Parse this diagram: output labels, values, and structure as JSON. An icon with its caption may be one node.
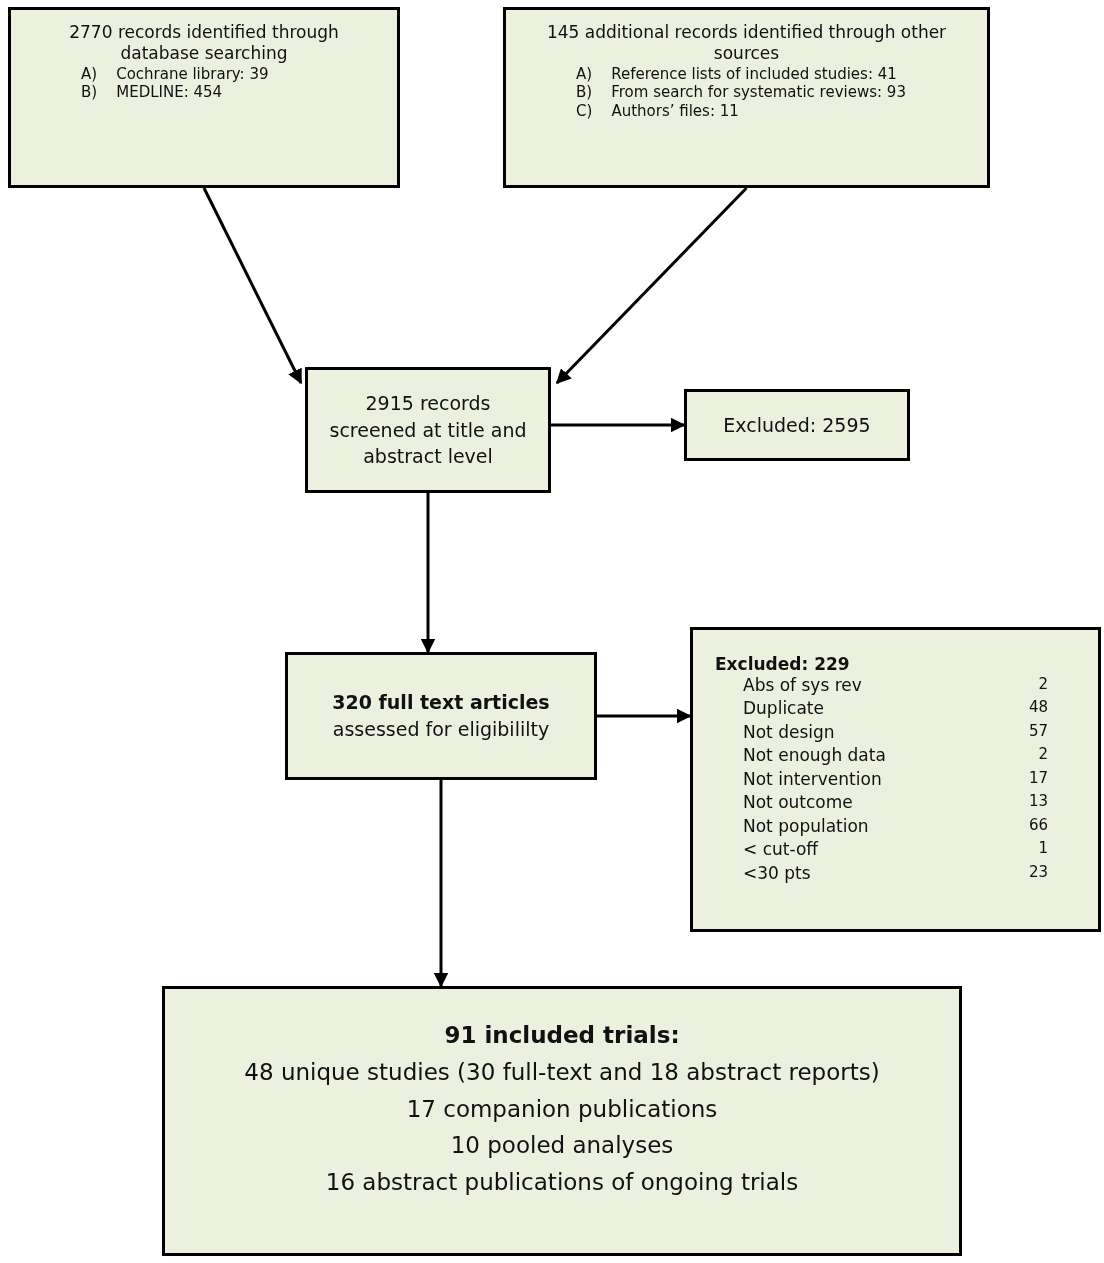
{
  "diagram": {
    "nodes": [
      {
        "text": [
          "2770 records identified through database searching",
          "A)    Cochrane library: 39",
          "B)    MEDLINE: 454"
        ]
      },
      {
        "text": [
          "145 additional records identified through other sources",
          "A)    Reference lists of included studies: 41",
          "B)    From search for systematic reviews: 93",
          "C)    Authors’ files: 11"
        ]
      },
      {
        "text": [
          "2915 records screened at title and abstract level"
        ]
      },
      {
        "text": [
          "Excluded: 2595"
        ]
      },
      {
        "text": [
          "**320 full text articles** assessed for eligibililty"
        ]
      },
      {
        "text": [
          "Excluded: 229",
          "Abs of sys rev",
          "2",
          "Duplicate",
          "48",
          "Not design",
          "57",
          "Not enough data",
          "2",
          "Not intervention",
          "17",
          "Not outcome",
          "13",
          "Not population",
          "66",
          "< cut-off",
          "1",
          "<30 pts",
          "23"
        ]
      },
      {
        "text": [
          "91 included trials:",
          "48 unique studies (30 full-text and 18 abstract reports)",
          "17 companion publications",
          "10 pooled analyses",
          "16 abstract publications of ongoing trials"
        ]
      }
    ],
    "edges": [
      {
        "from": 0,
        "to": 2,
        "arrow": "to"
      },
      {
        "from": 1,
        "to": 2,
        "arrow": "to"
      },
      {
        "from": 2,
        "to": 3,
        "arrow": "to"
      },
      {
        "from": 2,
        "to": 4,
        "arrow": "to"
      },
      {
        "from": 4,
        "to": 5,
        "arrow": "to"
      },
      {
        "from": 4,
        "to": 6,
        "arrow": "to"
      }
    ]
  }
}
